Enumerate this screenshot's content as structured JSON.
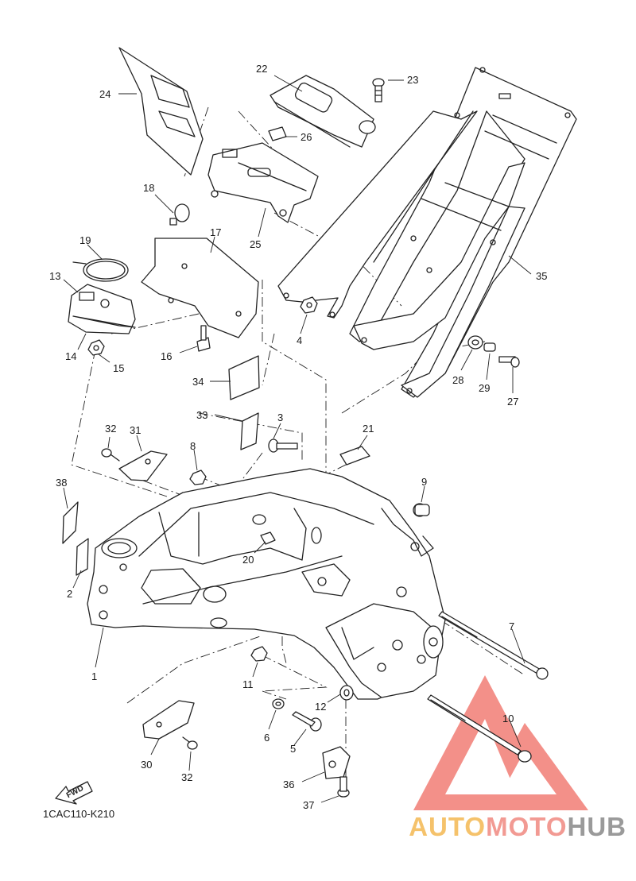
{
  "diagram_code": "1CAC110-K210",
  "fwd_label": "FWD",
  "watermark": {
    "part1": "AUTO",
    "part2": "MOTO",
    "part3": "HUB",
    "color1": "#f5c26b",
    "color2": "#f29a93",
    "color3": "#9a9a9a",
    "logo_color": "#ef6b62"
  },
  "callouts": {
    "n1": "1",
    "n2": "2",
    "n3": "3",
    "n4": "4",
    "n5": "5",
    "n6": "6",
    "n7": "7",
    "n8": "8",
    "n9": "9",
    "n10": "10",
    "n11": "11",
    "n12": "12",
    "n13": "13",
    "n14": "14",
    "n15": "15",
    "n16": "16",
    "n17": "17",
    "n18": "18",
    "n19": "19",
    "n20": "20",
    "n21": "21",
    "n22": "22",
    "n23": "23",
    "n24": "24",
    "n25": "25",
    "n26": "26",
    "n27": "27",
    "n28": "28",
    "n29": "29",
    "n30": "30",
    "n31": "31",
    "n32a": "32",
    "n32b": "32",
    "n33": "33",
    "n34": "34",
    "n35": "35",
    "n36": "36",
    "n37": "37",
    "n38": "38"
  }
}
